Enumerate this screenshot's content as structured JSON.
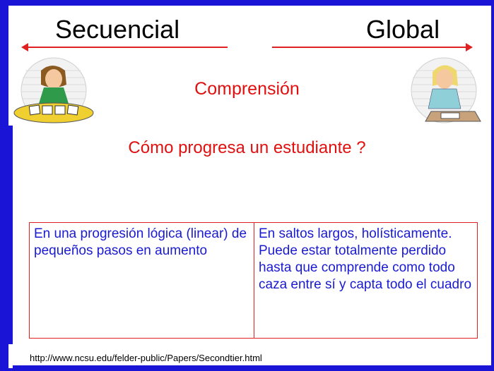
{
  "header": {
    "left_label": "Secuencial",
    "right_label": "Global"
  },
  "slide": {
    "title": "Comprensión",
    "question": "Cómo progresa un estudiante ?"
  },
  "table": {
    "left_cell": "En una progresión lógica (linear) de pequeños pasos en aumento",
    "right_cell": "En saltos largos, holísticamente. Puede estar totalmente perdido hasta que comprende como todo caza entre sí y capta todo el cuadro"
  },
  "footer": {
    "url": "http://www.ncsu.edu/felder-public/Papers/Secondtier.html"
  },
  "colors": {
    "background": "#1a14d6",
    "accent_red": "#e02020",
    "text_blue": "#1a1ad0"
  },
  "icons": {
    "left": "student-sorting-cards-illustration",
    "right": "student-thinking-illustration"
  }
}
